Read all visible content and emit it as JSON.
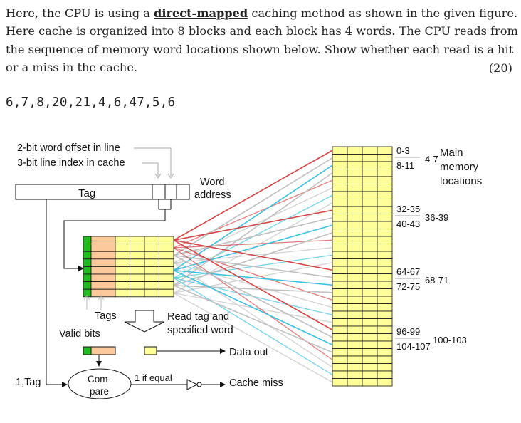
{
  "question": {
    "line1_pre": "Here, the CPU is using a ",
    "line1_em": "direct-mapped",
    "line1_post": " caching method as shown in the given figure.",
    "line2": "Here cache is organized into 8 blocks and each block has 4 words. The CPU reads from",
    "line3": "the sequence of memory word locations shown below. Show whether each read is a hit",
    "line4": "or a miss in the cache.",
    "marks": "(20)"
  },
  "sequence": "6,7,8,20,21,4,6,47,5,6",
  "figure": {
    "word_offset_label": "2-bit word offset in line",
    "line_index_label": "3-bit line index in cache",
    "tag_label": "Tag",
    "word_label": "Word",
    "address_label": "address",
    "main_label_1": "Main",
    "main_label_2": "memory",
    "main_label_3": "locations",
    "tags_label": "Tags",
    "valid_bits_label": "Valid bits",
    "read_label_1": "Read tag and",
    "read_label_2": "specified word",
    "data_out_label": "Data out",
    "one_tag_label": "1,Tag",
    "compare_label_1": "Com-",
    "compare_label_2": "pare",
    "if_equal_label": "1 if equal",
    "cache_miss_label": "Cache miss",
    "mem_groups": [
      {
        "a": "0-3",
        "b": "8-11",
        "c": "4-7"
      },
      {
        "a": "32-35",
        "b": "40-43",
        "c": "36-39"
      },
      {
        "a": "64-67",
        "b": "72-75",
        "c": "68-71"
      },
      {
        "a": "96-99",
        "b": "104-107",
        "c": "100-103"
      }
    ],
    "colors": {
      "cell_fill": "#ffff99",
      "valid_fill": "#22bb22",
      "tag_fill": "#fcc99b",
      "line_red": "#d04545",
      "line_grey": "#bfbfbf",
      "line_cyan": "#3cc0dc"
    }
  }
}
